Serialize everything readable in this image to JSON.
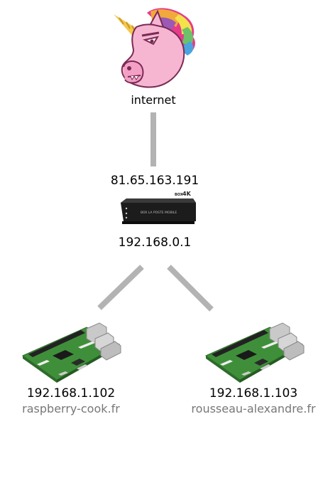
{
  "nodes": {
    "internet": {
      "label": "internet",
      "icon": "unicorn-icon"
    },
    "router": {
      "public_ip": "81.65.163.191",
      "private_ip": "192.168.0.1",
      "brand_text": "BOX LA POSTE MOBILE",
      "badge": "BOX 4K",
      "icon": "router-box-icon"
    },
    "pi_left": {
      "ip": "192.168.1.102",
      "hostname": "raspberry-cook.fr",
      "icon": "raspberry-pi-icon"
    },
    "pi_right": {
      "ip": "192.168.1.103",
      "hostname": "rousseau-alexandre.fr",
      "icon": "raspberry-pi-icon"
    }
  },
  "colors": {
    "connector": "#b3b3b3",
    "hostname_text": "#777777",
    "board_green": "#3f8f3a"
  }
}
